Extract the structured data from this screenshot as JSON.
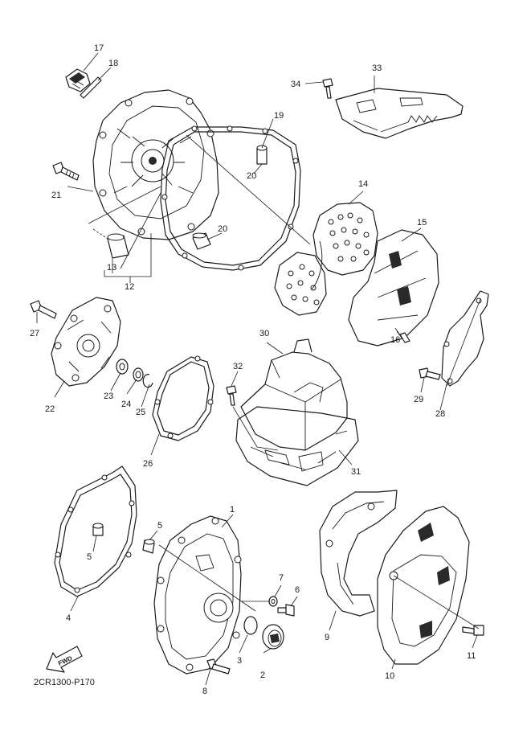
{
  "diagram": {
    "code": "2CR1300-P170",
    "direction_label": "FWD",
    "callouts": {
      "c1": "1",
      "c2": "2",
      "c3": "3",
      "c4": "4",
      "c5a": "5",
      "c5b": "5",
      "c6": "6",
      "c7": "7",
      "c8": "8",
      "c9": "9",
      "c10": "10",
      "c11": "11",
      "c12": "12",
      "c13": "13",
      "c14": "14",
      "c15": "15",
      "c16": "16",
      "c17": "17",
      "c18": "18",
      "c19": "19",
      "c20a": "20",
      "c20b": "20",
      "c21": "21",
      "c22": "22",
      "c23": "23",
      "c24": "24",
      "c25": "25",
      "c26": "26",
      "c27": "27",
      "c28": "28",
      "c29": "29",
      "c30": "30",
      "c31": "31",
      "c32": "32",
      "c33": "33",
      "c34": "34"
    }
  }
}
